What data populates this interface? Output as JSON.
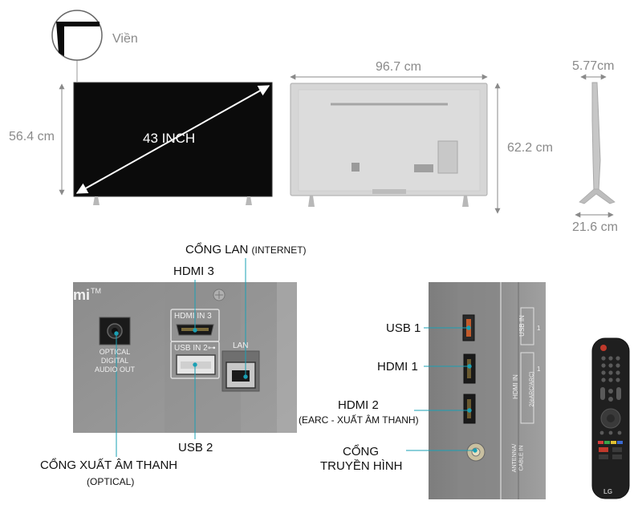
{
  "dimensions": {
    "bezel_label": "Viền",
    "front_screen_label": "43 INCH",
    "front_height": "56.4 cm",
    "width": "96.7 cm",
    "height_with_stand": "62.2 cm",
    "depth_top": "5.77cm",
    "depth_stand": "21.6 cm"
  },
  "ports_left": {
    "lan_port_label": "CỔNG LAN",
    "lan_port_sub": "(INTERNET)",
    "hdmi3_label": "HDMI 3",
    "usb2_label": "USB 2",
    "audio_out_label": "CỔNG XUẤT ÂM THANH",
    "audio_out_sub": "(OPTICAL)",
    "panel_text": {
      "hdmi_logo_fragment": "mi",
      "tm": "TM",
      "optical_line1": "OPTICAL",
      "optical_line2": "DIGITAL",
      "optical_line3": "AUDIO OUT",
      "hdmi_in_3": "HDMI IN 3",
      "usb_in_2": "USB IN 2",
      "usb_in_2_power": "⊶",
      "lan": "LAN"
    }
  },
  "ports_side": {
    "usb1_label": "USB 1",
    "hdmi1_label": "HDMI 1",
    "hdmi2_label": "HDMI 2",
    "hdmi2_sub": "(EARC - XUẤT ÂM THANH)",
    "antenna_label_line1": "CỔNG",
    "antenna_label_line2": "TRUYỀN HÌNH",
    "panel_text": {
      "usb_in": "USB IN",
      "usb_num": "1",
      "hdmi_in": "HDMI IN",
      "hdmi_earc": "2(eARC/ARC)",
      "hdmi_num": "1",
      "antenna": "ANTENNA/",
      "cable_in": "CABLE IN"
    }
  },
  "remote": {
    "brand": "LG"
  }
}
